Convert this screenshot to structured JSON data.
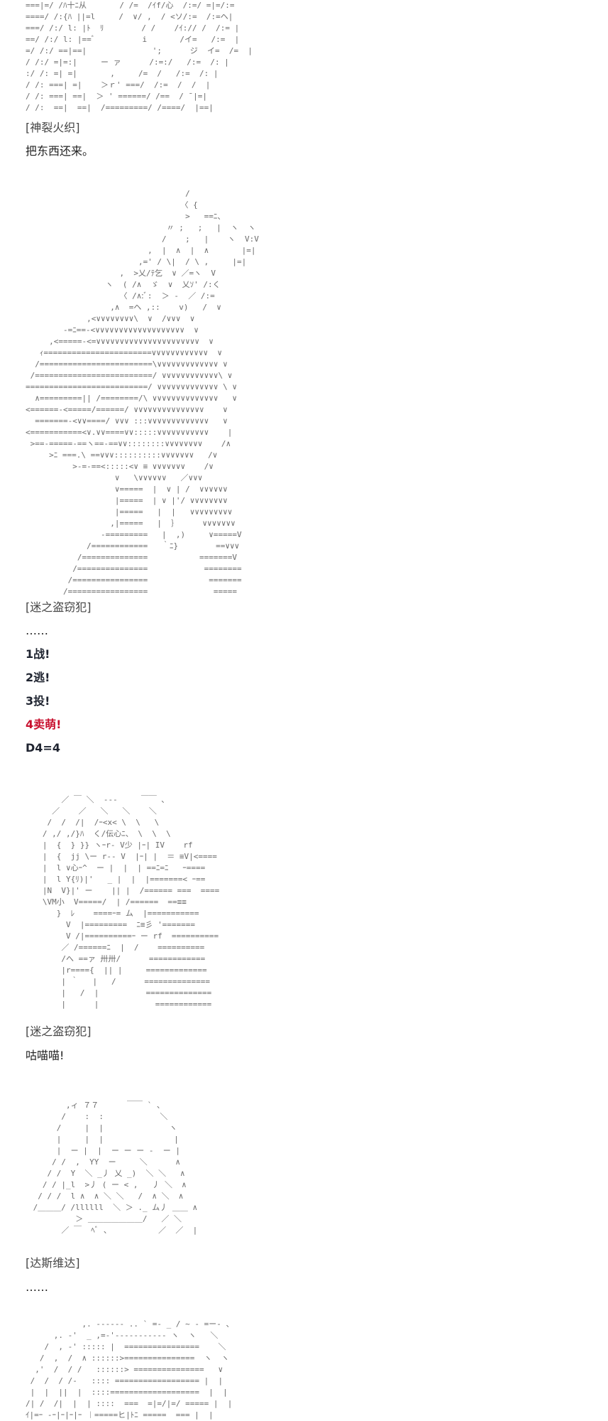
{
  "art": {
    "a1": [
      "===|=/ /ﾊ十ﾆ从       / /=  /ｲf/心  /:=/ =|=/:=",
      "====/ /:{ﾊ ||=l     /  ∨/ ,  / <ソ/:=  /:=ヘ|",
      "===/ /:/ l: |ﾄ  ﾘ        / /    /ｲ:// /  /:= |",
      "==/ /:/ l: |==ﾞ          i       /イ=   /:=  |",
      "=/ /:/ ==|==|              ';      ジ  イ=  /=  |",
      "/ /:/ =|=:|     ー ァ      /:=:/   /:=  /: |",
      ":/ /: =| =|       ,     /=  /   /:=  /: |",
      "/ /: ===| =|    ＞ｒ' ===/  /:=  /  /  |",
      "/ /: ===| ==|  ＞ ' ======/ /==  / ̄ |=|",
      "/ /:  ==|  ==|  /=========/ /====/  |==|"
    ],
    "a2": [
      "                                  /",
      "                                 〈 {",
      "                                  >   ==ﾆ、",
      "                              〃 ;   ;   |  ヽ  ヽ",
      "                             /    ;   |    ヽ  V:V",
      "                          ,  |  ∧  |  ∧       |=|",
      "                        ,=' / \\|  / \\ ,     |=|",
      "                    ,  >乂/ﾃ乞  ∨ ／=ヽ  V",
      "                 ヽ  ( /∧  ゞ  ∨  乂ｿ' /:く",
      "                    〈 /∧:ﾞ:  ＞ -  ／ /:=",
      "                  ,∧  =ヘ ,::    v)   /  ∨",
      "             ,<∨∨∨∨∨∨∨∨\\  ∨  /∨∨∨  ∨",
      "        -=ﾆ==-<∨∨∨∨∨∨∨∨∨∨∨∨∨∨∨∨∨∨∨  ∨",
      "     ,<=====-<=∨∨∨∨∨∨∨∨∨∨∨∨∨∨∨∨∨∨∨∨∨∨  ∨",
      "   ｨ=======================∨∨∨∨∨∨∨∨∨∨∨∨  ∨",
      "  /========================\\∨∨∨∨∨∨∨∨∨∨∨∨∨ ∨",
      " /=========================/ ∨∨∨∨∨∨∨∨∨∨∨∨\\ ∨",
      "==========================/ ∨∨∨∨∨∨∨∨∨∨∨∨∨ \\ ∨",
      "  ∧=========|| /========/\\ ∨∨∨∨∨∨∨∨∨∨∨∨∨∨   ∨",
      "<======-<=====/======/ ∨∨∨∨∨∨∨∨∨∨∨∨∨∨∨    ∨",
      "  =======-<∨∨====/ ∨∨∨ :::∨∨∨∨∨∨∨∨∨∨∨∨∨   ∨",
      "<===========<∨.∨∨====∨∨:::::∨∨∨∨∨∨∨∨∨∨∨    |",
      " >==-=====-==ヽ==-==∨∨::::::::∨∨∨∨∨∨∨∨    /∧",
      "     >ﾆ ===.\\ ==∨∨∨::::::::::∨∨∨∨∨∨∨   /∨",
      "          >-=-==<:::::<∨ ≡ ∨∨∨∨∨∨∨    /∨",
      "                   ∨   \\∨∨∨∨∨∨   ／∨∨∨",
      "                   ∨=====  |  ∨ | /  ∨∨∨∨∨∨",
      "                   |=====  | ∨ |'/ ∨∨∨∨∨∨∨∨",
      "                   |=====   |  |   ∨∨∨∨∨∨∨∨∨",
      "                  ,|=====   |  ｝     ∨∨∨∨∨∨∨",
      "                -=========   |  ,)     ∨=====V",
      "             /============   ｀ﾆ}        ==∨∨∨",
      "           /==============           =======V",
      "          /===============            ========",
      "         /================             =======",
      "        /=================              ====="
    ],
    "a3": [
      "       ／ ￣ ＼  ---     ￣￣ ､",
      "     ／    ／   ＼   ＼    ＼",
      "    /  /  /|  /ｰ<x< \\  \\   \\",
      "   / ,/ ,/}ﾊ  く/伝心ﾆ、 \\  \\  \\",
      "   |  {  } }} ヽｰr- V少 |ｰ| IV    rf",
      "   |  {  jj \\ー r-- V  |ｰ| |  ＝ ≡V|<==== ",
      "   |  l ∨心ｰ^  ー |  |  | ==ﾆ=ﾆ   ｰ====",
      "   |  l Y{ﾘ)|'   _ |  |  |=======< ｰ==",
      "   |N  V}|' ー    || |  /====== ===  ====",
      "   \\VM小  V=====/  | /======  ==≡≡",
      "      }  ﾚ    ====ｰ= ム  |===========",
      "        V  |=========  ﾆ≡彡 '=======",
      "        V /|==========ｰ ー rf  ==========",
      "       ／ /======ﾆ  |  /    ==========",
      "       /へ ==ァ 卅卅/      ============",
      "       |r===={  || |     =============",
      "       | ｀   |   /      ==============",
      "       |   /  |          ==============",
      "       |      |            ============"
    ],
    "a4": [
      "        ,ィ ７７      ￣￣ ` 、",
      "       /    :  :            ＼",
      "      /     |  |              ヽ",
      "      |     |  |               |",
      "      |  ー |  |  ー ー ー -  ー |",
      "     / /  ,  YY  ー     ＼      ∧",
      "    / /  Y  ＼ _丿 乂 _)  ＼ ＼   ∧",
      "   / / |_l  >丿 ( ー < ,   丿 ＼  ∧",
      "  / / /  l ∧  ∧ ＼ ＼   /  ∧ ＼  ∧",
      " /＿＿＿/ /llllll  ＼ ＞ ._ ム丿 ＿＿ ∧",
      "          ＞ ＿＿＿＿＿＿＿/   ／ ＼",
      "       ／ ￣  ﾍﾞ 、          ／  ／  |"
    ],
    "a5": [
      "            ,. ------ .. ` =- _ / ~ - =ー- 、",
      "      ,. -'  _ ,=-'----------- ヽ  ヽ   ＼",
      "    /  , -' ::::: |  ================    ＼",
      "   /  ,  /  ∧ ::::::>===============  ヽ  ヽ",
      "  ,'  /  / /   ::::::> ===============   ∨",
      " /  /  / /-   :::: ================== |  |",
      " |  |  ||  |  ::::===================  |  |",
      "/| /  /|  |  | ::::  ===  =|=/|=/ ===== |  |",
      "ｲ|=ｰ -ｰ|ｰ|ｰ|ｰ ︱=====ヒ|ﾄﾆ =====  === |  |"
    ]
  },
  "dialogue": {
    "speaker1": "[神裂火织]",
    "line1": "把东西还来。",
    "speaker2": "[迷之盗窃犯]",
    "line2": "……",
    "option1": "1战!",
    "option2": "2逃!",
    "option3": "3投!",
    "option4": "4卖萌!",
    "dice": "D4=4",
    "speaker3": "[迷之盗窃犯]",
    "line3": "咕喵喵!",
    "speaker4": "[达斯维达]",
    "line4": "……"
  },
  "colors": {
    "text": "#1f2430",
    "highlight": "#c8102e",
    "art": "#6a6a6a"
  }
}
